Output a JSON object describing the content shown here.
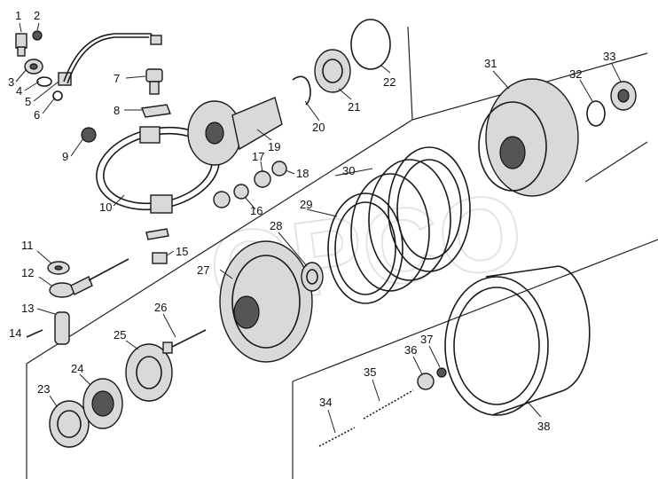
{
  "watermark": "OPCO",
  "callouts": [
    "1",
    "2",
    "3",
    "4",
    "5",
    "6",
    "7",
    "8",
    "9",
    "10",
    "11",
    "12",
    "13",
    "14",
    "15",
    "16",
    "17",
    "18",
    "19",
    "20",
    "21",
    "22",
    "23",
    "24",
    "25",
    "26",
    "27",
    "28",
    "29",
    "30",
    "31",
    "32",
    "33",
    "34",
    "35",
    "36",
    "37",
    "38"
  ],
  "colors": {
    "ink": "#1a1a1a",
    "fill": "#d9d9d9",
    "watermark": "#cfcfcf"
  }
}
